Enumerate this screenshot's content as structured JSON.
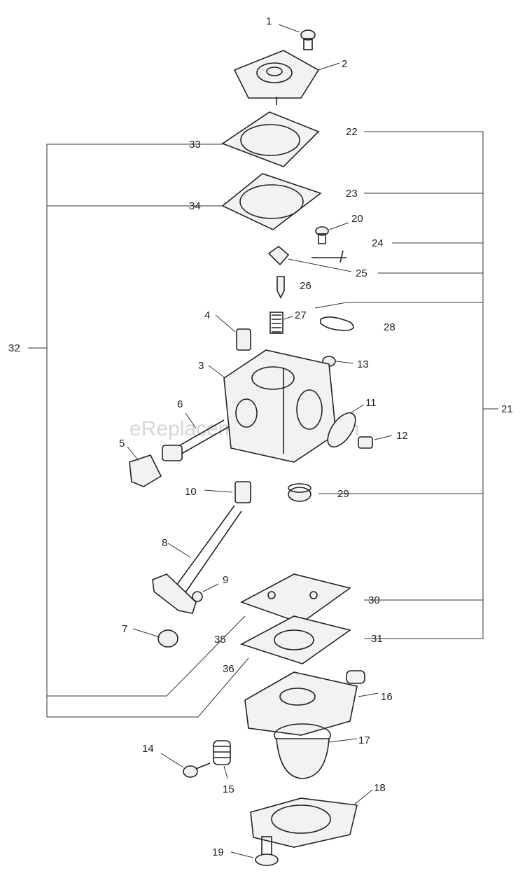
{
  "watermark": "eReplacementParts.com",
  "callouts": {
    "c1": "1",
    "c2": "2",
    "c3": "3",
    "c4": "4",
    "c5": "5",
    "c6": "6",
    "c7": "7",
    "c8": "8",
    "c9": "9",
    "c10": "10",
    "c11": "11",
    "c12": "12",
    "c13": "13",
    "c14": "14",
    "c15": "15",
    "c16": "16",
    "c17": "17",
    "c18": "18",
    "c19": "19",
    "c20": "20",
    "c21": "21",
    "c22": "22",
    "c23": "23",
    "c24": "24",
    "c25": "25",
    "c26": "26",
    "c27": "27",
    "c28": "28",
    "c29": "29",
    "c30": "30",
    "c31": "31",
    "c32": "32",
    "c33": "33",
    "c34": "34",
    "c35": "35",
    "c36": "36"
  }
}
